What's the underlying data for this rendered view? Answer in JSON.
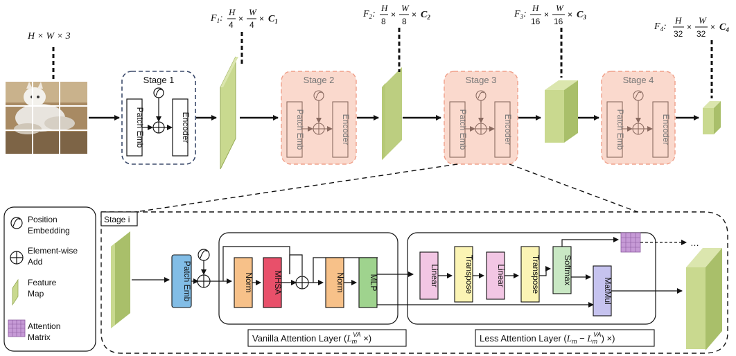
{
  "input": {
    "label": "H × W × 3"
  },
  "features": [
    {
      "prefix": "F",
      "sub": "1",
      "num1": "H",
      "den1": "4",
      "num2": "W",
      "den2": "4",
      "ch": "C",
      "chsub": "1"
    },
    {
      "prefix": "F",
      "sub": "2",
      "num1": "H",
      "den1": "8",
      "num2": "W",
      "den2": "8",
      "ch": "C",
      "chsub": "2"
    },
    {
      "prefix": "F",
      "sub": "3",
      "num1": "H",
      "den1": "16",
      "num2": "W",
      "den2": "16",
      "ch": "C",
      "chsub": "3"
    },
    {
      "prefix": "F",
      "sub": "4",
      "num1": "H",
      "den1": "32",
      "num2": "W",
      "den2": "32",
      "ch": "C",
      "chsub": "4"
    }
  ],
  "stages": [
    {
      "title": "Stage 1",
      "patch": "Patch Emb",
      "encoder": "Encoder"
    },
    {
      "title": "Stage 2",
      "patch": "Patch Emb",
      "encoder": "Encoder"
    },
    {
      "title": "Stage 3",
      "patch": "Patch Emb",
      "encoder": "Encoder"
    },
    {
      "title": "Stage 4",
      "patch": "Patch Emb",
      "encoder": "Encoder"
    }
  ],
  "legend": {
    "pos_line1": "Position",
    "pos_line2": "Embedding",
    "add_line1": "Element-wise",
    "add_line2": "Add",
    "feat_line1": "Feature",
    "feat_line2": "Map",
    "att_line1": "Attention",
    "att_line2": "Matrix"
  },
  "detail": {
    "title": "Stage i",
    "patch": "Patch Emb",
    "norm1": "Norm",
    "mhsa": "MHSA",
    "norm2": "Norm",
    "mlp": "MLP",
    "linear1": "Linear",
    "transpose1": "Transpose",
    "linear2": "Linear",
    "transpose2": "Transpose",
    "softmax": "Softmax",
    "matmul": "MatMul",
    "ellipsis": "…",
    "vanilla_text": "Vanilla Attention Layer (",
    "vanilla_math": "L",
    "vanilla_sub": "m",
    "vanilla_sup": "VA",
    "vanilla_tail": " ×)",
    "less_text": "Less Attention Layer (",
    "less_math1": "L",
    "less_sub1": "m",
    "less_minus": " − ",
    "less_math2": "L",
    "less_sub2": "m",
    "less_sup2": "VA",
    "less_tail": ") ×)"
  },
  "colors": {
    "feature_front": "#a9bf6a",
    "feature_side": "#c9d98f",
    "feature_top": "#dbe6ae",
    "stage_fill": "#fad9cd",
    "stage_border": "#f0a08a",
    "patch_fill": "#82bde6",
    "norm_fill": "#f7c189",
    "mhsa_fill": "#e8506a",
    "mlp_fill": "#9fd38e",
    "linear_fill": "#f2c6e4",
    "transpose_fill": "#fbf4b4",
    "softmax_fill": "#c9e8c4",
    "matmul_fill": "#c6c3ef",
    "attention_fill": "#c69ad6"
  }
}
